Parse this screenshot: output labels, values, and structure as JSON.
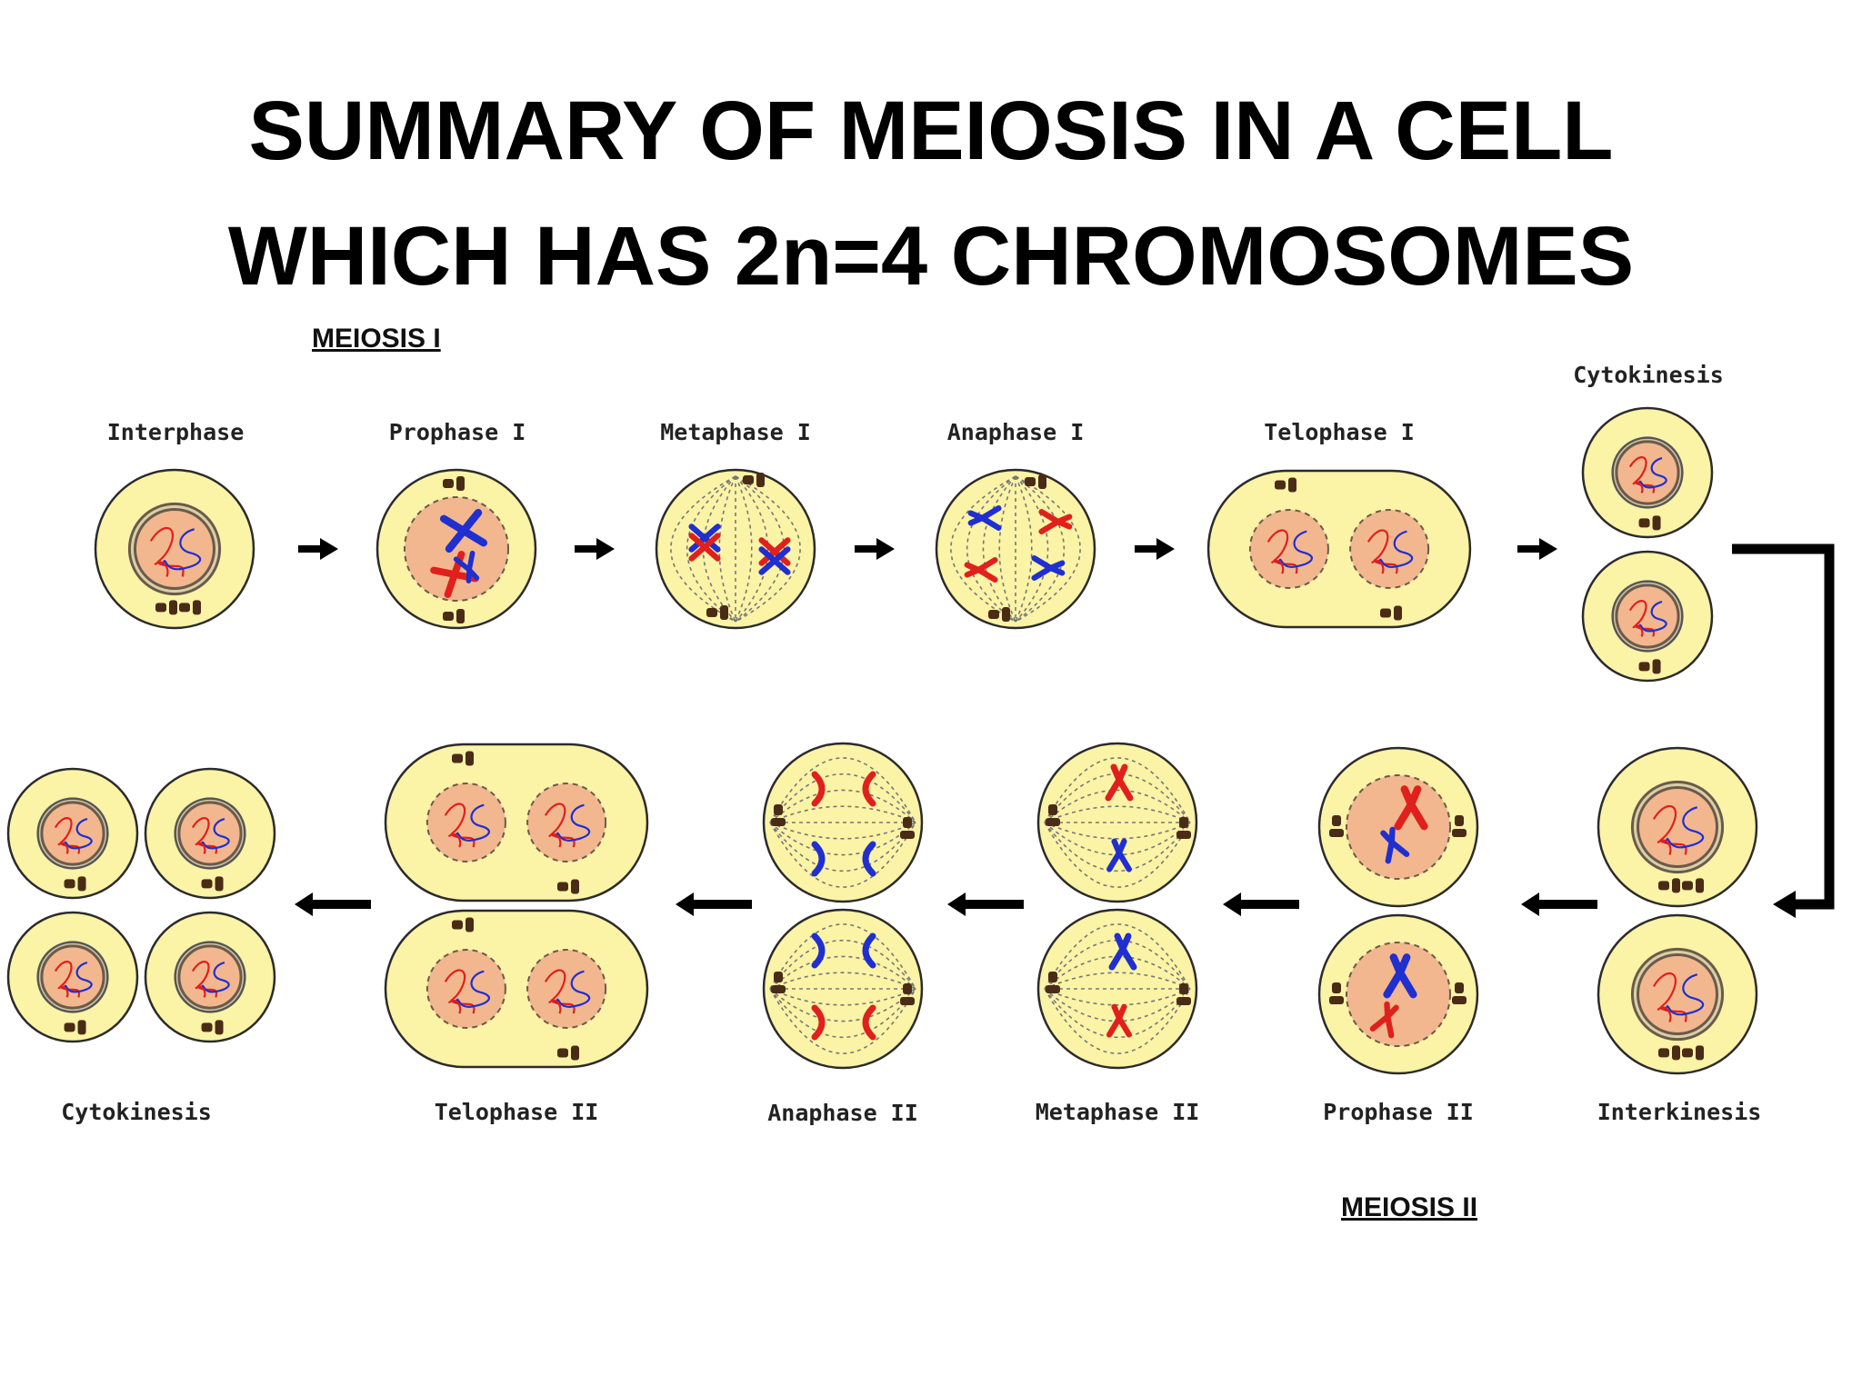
{
  "title": {
    "line1": "SUMMARY OF MEIOSIS IN A CELL",
    "line2": "WHICH HAS 2n=4 CHROMOSOMES"
  },
  "sections": {
    "meiosis1": "MEIOSIS I",
    "meiosis2": "MEIOSIS II"
  },
  "stages": {
    "interphase": "Interphase",
    "prophase1": "Prophase I",
    "metaphase1": "Metaphase I",
    "anaphase1": "Anaphase I",
    "telophase1": "Telophase I",
    "cytokinesis1": "Cytokinesis",
    "interkinesis": "Interkinesis",
    "prophase2": "Prophase II",
    "metaphase2": "Metaphase II",
    "anaphase2": "Anaphase II",
    "telophase2": "Telophase II",
    "cytokinesis2": "Cytokinesis"
  },
  "colors": {
    "cell_fill": "#fbf3a6",
    "cell_stroke": "#2b2b2b",
    "nucleus_fill": "#f2b78f",
    "chromosome_red": "#e0201c",
    "chromosome_blue": "#1f2fd0",
    "centriole": "#4a2c16",
    "arrow": "#000000"
  }
}
